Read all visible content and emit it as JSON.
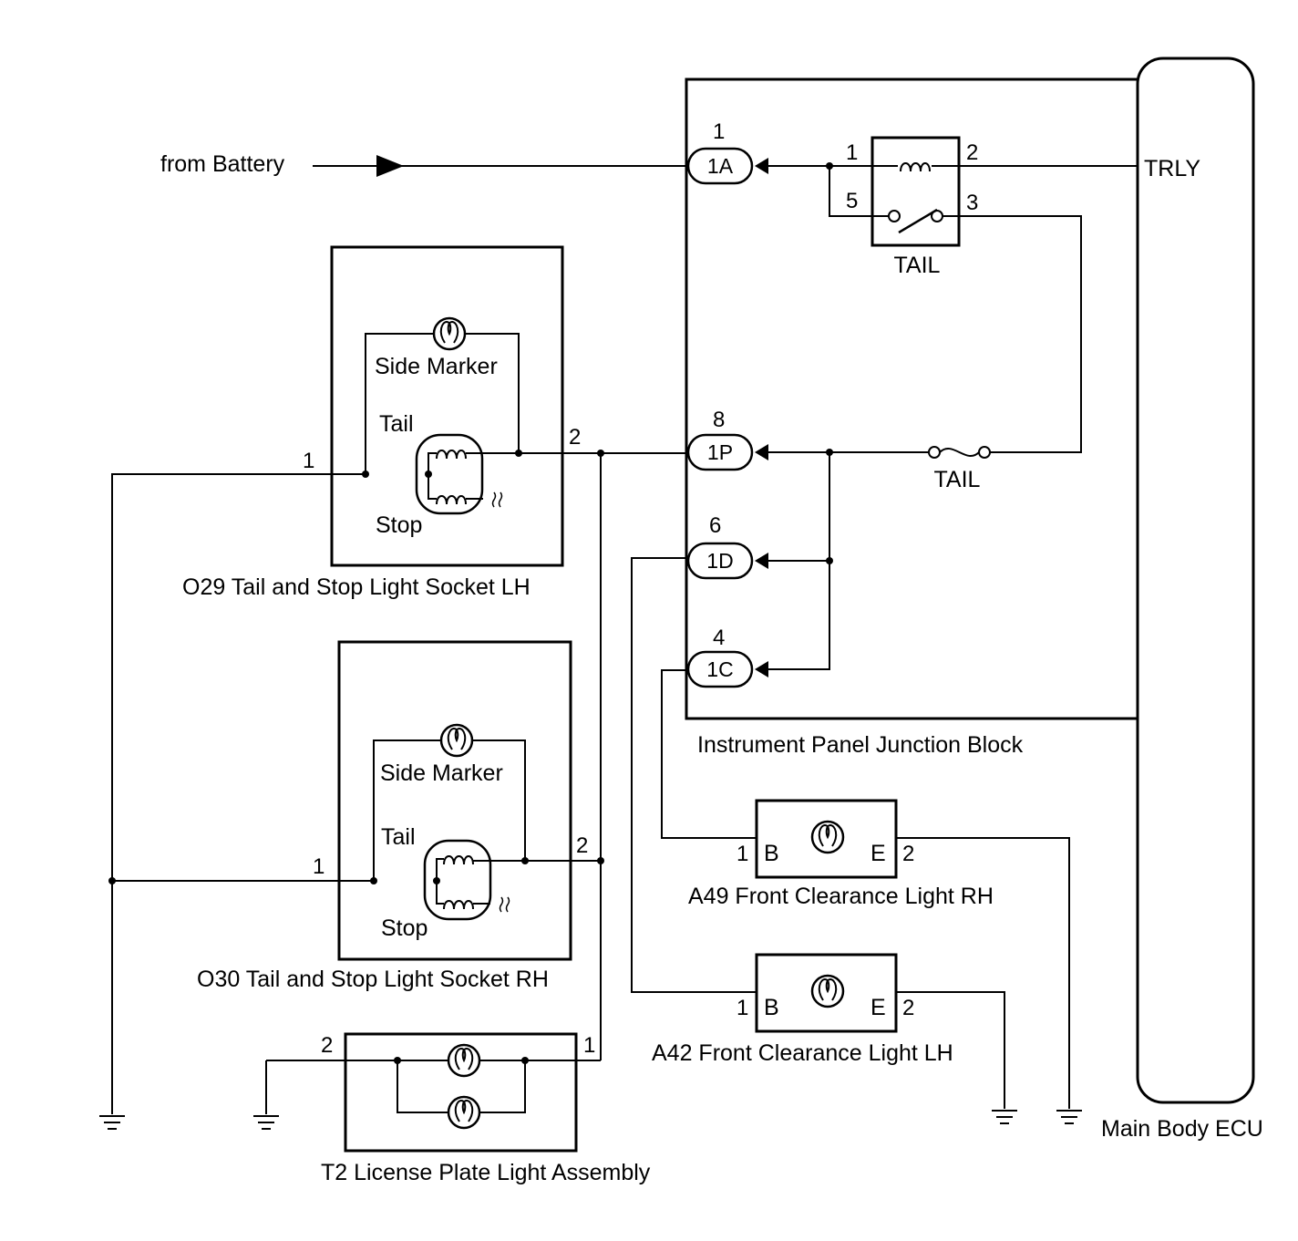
{
  "source": {
    "label": "from Battery"
  },
  "junction_block": {
    "label": "Instrument Panel Junction Block",
    "connectors": [
      {
        "pin": "1",
        "code": "1A"
      },
      {
        "pin": "8",
        "code": "1P"
      },
      {
        "pin": "6",
        "code": "1D"
      },
      {
        "pin": "4",
        "code": "1C"
      }
    ],
    "relay": {
      "label": "TAIL",
      "pins": [
        "1",
        "2",
        "5",
        "3"
      ]
    },
    "fuse": {
      "label": "TAIL"
    }
  },
  "ecu": {
    "label": "Main Body ECU",
    "signal": "TRLY"
  },
  "socket_lh": {
    "label": "O29 Tail and Stop Light Socket LH",
    "side_marker": "Side Marker",
    "tail": "Tail",
    "stop": "Stop",
    "pins": [
      "1",
      "2"
    ]
  },
  "socket_rh": {
    "label": "O30 Tail and Stop Light Socket RH",
    "side_marker": "Side Marker",
    "tail": "Tail",
    "stop": "Stop",
    "pins": [
      "1",
      "2"
    ]
  },
  "license_plate": {
    "label": "T2 License Plate Light Assembly",
    "pins": [
      "2",
      "1"
    ]
  },
  "clearance_rh": {
    "label": "A49  Front Clearance Light RH",
    "pin_b": "1",
    "term_b": "B",
    "term_e": "E",
    "pin_e": "2"
  },
  "clearance_lh": {
    "label": "A42  Front Clearance Light LH",
    "pin_b": "1",
    "term_b": "B",
    "term_e": "E",
    "pin_e": "2"
  }
}
